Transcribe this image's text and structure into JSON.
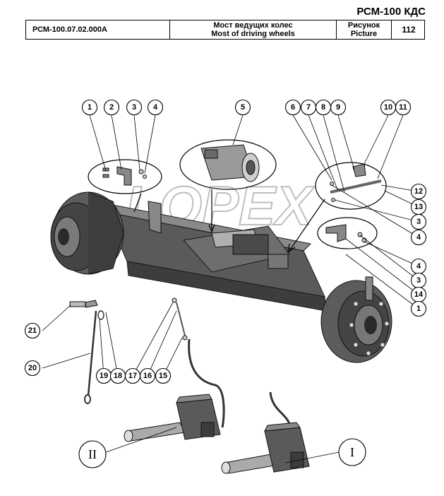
{
  "header": {
    "brand": "РСМ-100 КДС"
  },
  "title_block": {
    "code": "РСМ-100.07.02.000А",
    "name_ru": "Мост ведущих колес",
    "name_en": "Most of driving wheels",
    "picture_ru": "Рисунок",
    "picture_en": "Picture",
    "picture_number": "112"
  },
  "watermark": {
    "text": "LOPEX"
  },
  "callouts": {
    "c1": "1",
    "c2": "2",
    "c3": "3",
    "c4": "4",
    "c5": "5",
    "c6": "6",
    "c7": "7",
    "c8": "8",
    "c9": "9",
    "c10": "10",
    "c11": "11",
    "c12": "12",
    "c13": "13",
    "c3b": "3",
    "c4b": "4",
    "c4c": "4",
    "c3c": "3",
    "c14": "14",
    "c1b": "1",
    "c21": "21",
    "c20": "20",
    "c19": "19",
    "c18": "18",
    "c17": "17",
    "c16": "16",
    "c15": "15"
  },
  "views": {
    "view_ii": "II",
    "view_i": "I"
  }
}
